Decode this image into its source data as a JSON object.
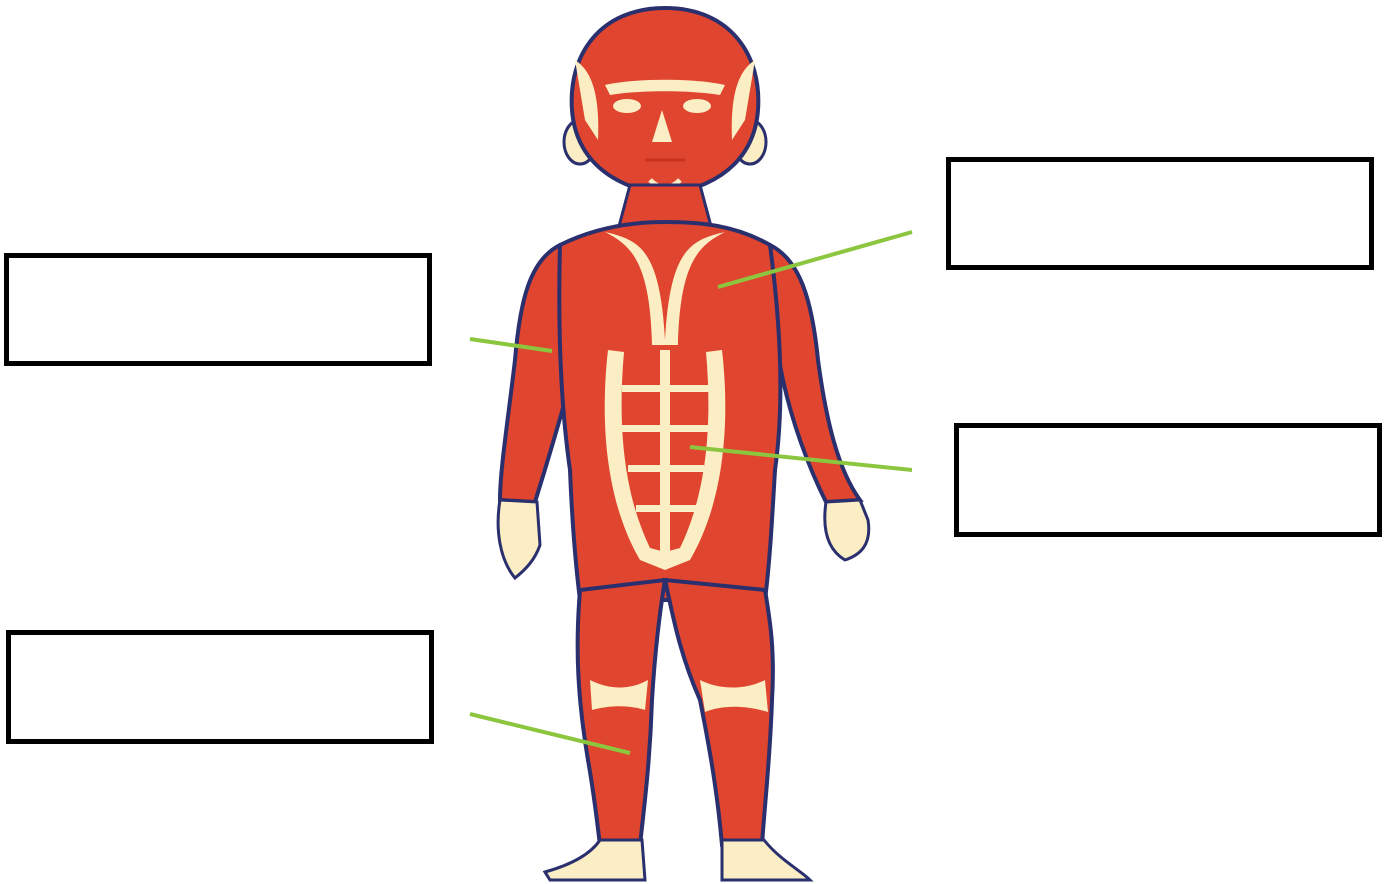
{
  "diagram": {
    "label_boxes": [
      {
        "id": "chest",
        "text": ""
      },
      {
        "id": "arm",
        "text": ""
      },
      {
        "id": "abdomen",
        "text": ""
      },
      {
        "id": "leg",
        "text": ""
      }
    ]
  },
  "colors": {
    "muscle": "#e0452f",
    "muscle_dark": "#c8321f",
    "tendon": "#fbeec4",
    "outline": "#2a2f6e",
    "pointer": "#8cc63f",
    "box_border": "#000000"
  }
}
